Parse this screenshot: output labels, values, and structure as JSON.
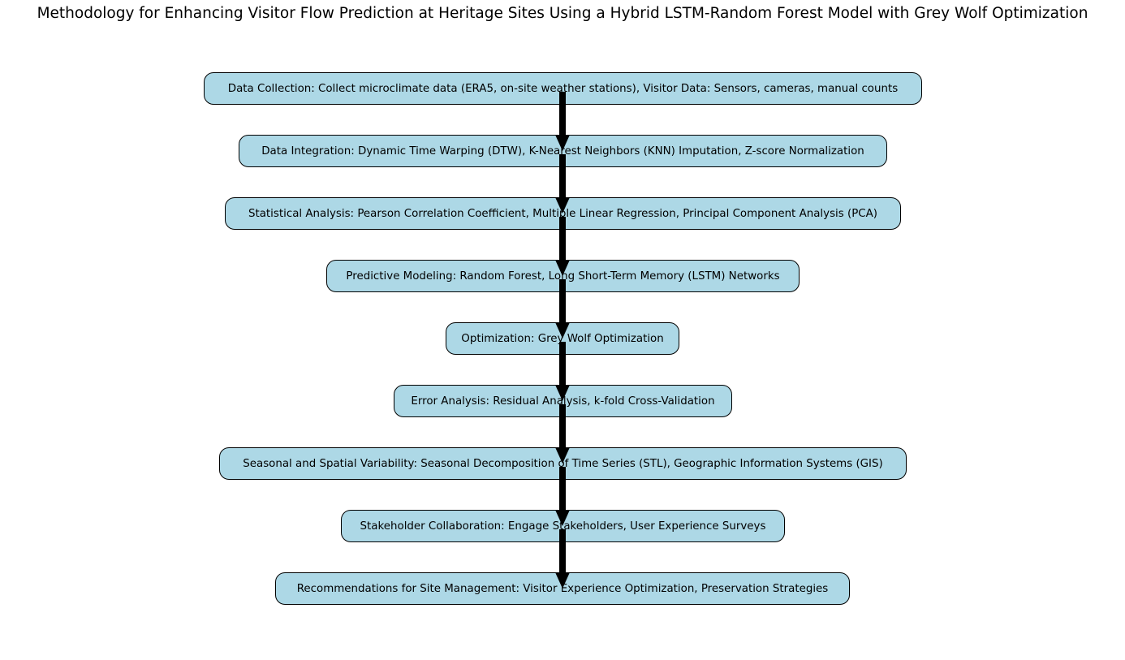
{
  "title": "Methodology for Enhancing Visitor Flow Prediction at Heritage Sites Using a Hybrid LSTM-Random Forest Model with Grey Wolf Optimization",
  "colors": {
    "node_fill": "#add8e6",
    "node_border": "#000000",
    "arrow": "#000000"
  },
  "steps": [
    {
      "label": "Data Collection: Collect microclimate data (ERA5, on-site weather stations), Visitor Data: Sensors, cameras, manual counts"
    },
    {
      "label": "Data Integration: Dynamic Time Warping (DTW), K-Nearest Neighbors (KNN) Imputation, Z-score Normalization"
    },
    {
      "label": "Statistical Analysis: Pearson Correlation Coefficient, Multiple Linear Regression, Principal Component Analysis (PCA)"
    },
    {
      "label": "Predictive Modeling: Random Forest, Long Short-Term Memory (LSTM) Networks"
    },
    {
      "label": "Optimization: Grey Wolf Optimization"
    },
    {
      "label": "Error Analysis: Residual Analysis, k-fold Cross-Validation"
    },
    {
      "label": "Seasonal and Spatial Variability: Seasonal Decomposition of Time Series (STL), Geographic Information Systems (GIS)"
    },
    {
      "label": "Stakeholder Collaboration: Engage Stakeholders, User Experience Surveys"
    },
    {
      "label": "Recommendations for Site Management: Visitor Experience Optimization, Preservation Strategies"
    }
  ]
}
